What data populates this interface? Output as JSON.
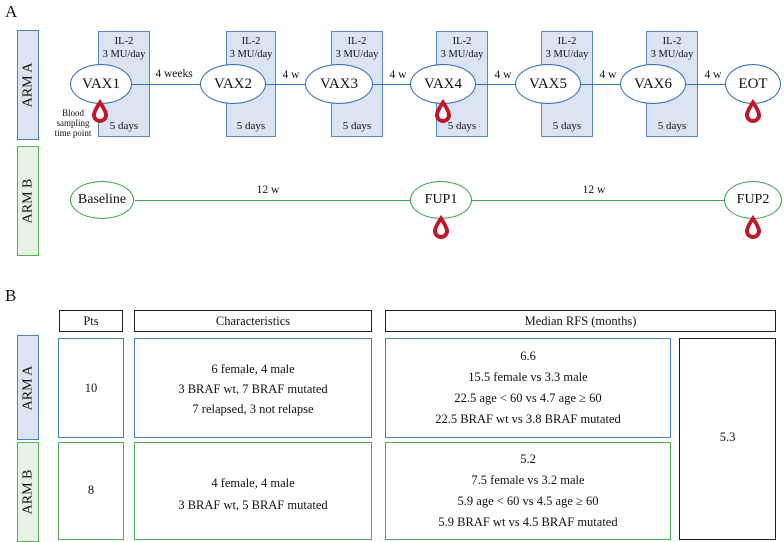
{
  "panel_a": {
    "letter": "A",
    "arm_a_label": "ARM A",
    "arm_b_label": "ARM B",
    "il2_text": [
      "IL-2",
      "3 MU/day"
    ],
    "il2_duration": "5 days",
    "arm_a_nodes": [
      "VAX1",
      "VAX2",
      "VAX3",
      "VAX4",
      "VAX5",
      "VAX6",
      "EOT"
    ],
    "arm_a_intervals": [
      "4 weeks",
      "4 w",
      "4 w",
      "4 w",
      "4 w",
      "4 w"
    ],
    "blood_sampling_note": [
      "Blood",
      "sampling",
      "time point"
    ],
    "arm_b_nodes": [
      "Baseline",
      "FUP1",
      "FUP2"
    ],
    "arm_b_intervals": [
      "12 w",
      "12 w"
    ],
    "colors": {
      "arm_a": "#2c6cb6",
      "arm_b": "#2fa34a",
      "il2_fill": "#dbe4f3",
      "blood_drop": "#c0182a"
    }
  },
  "panel_b": {
    "letter": "B",
    "headers": {
      "pts": "Pts",
      "characteristics": "Characteristics",
      "median_rfs": "Median RFS (months)"
    },
    "arm_a": {
      "label": "ARM A",
      "pts": "10",
      "characteristics": [
        "6 female, 4 male",
        "3 BRAF wt, 7 BRAF mutated",
        "7 relapsed, 3 not relapse"
      ],
      "rfs": [
        "6.6",
        "15.5 female vs 3.3 male",
        "22.5 age < 60 vs 4.7 age ≥ 60",
        "22.5 BRAF wt vs 3.8 BRAF mutated"
      ]
    },
    "arm_b": {
      "label": "ARM B",
      "pts": "8",
      "characteristics": [
        "4 female, 4 male",
        "3 BRAF wt, 5 BRAF mutated"
      ],
      "rfs": [
        "5.2",
        "7.5 female vs 3.2 male",
        "5.9 age < 60 vs 4.5 age ≥ 60",
        "5.9 BRAF wt vs 4.5 BRAF mutated"
      ]
    },
    "overall_rfs": "5.3"
  }
}
